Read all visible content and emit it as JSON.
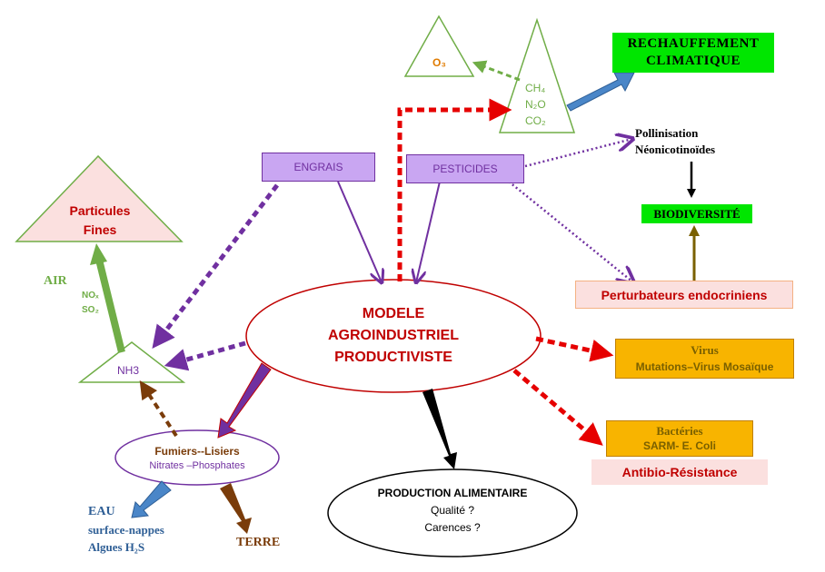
{
  "colors": {
    "red": "#e60000",
    "purple": "#7030a0",
    "lavender_fill": "#c9a6f2",
    "green_fill": "#00e600",
    "orange_box": "#f8b400",
    "pink_fill": "#fbe0df",
    "brown": "#7a3c0a",
    "olive": "#7a6000",
    "blue_arrow": "#4a86c8",
    "light_green": "#70ad47",
    "black": "#000000"
  },
  "nodes": {
    "center": {
      "line1": "MODELE",
      "line2": "AGROINDUSTRIEL",
      "line3": "PRODUCTIVISTE"
    },
    "engrais": "ENGRAIS",
    "pesticides": "PESTICIDES",
    "particules": {
      "line1": "Particules",
      "line2": "Fines"
    },
    "nh3": "NH3",
    "air": "AIR",
    "nox": "NOₓ",
    "so2": "SO₂",
    "o3": "O₃",
    "gases": {
      "ch4": "CH₄",
      "n2o": "N₂O",
      "co2": "CO₂"
    },
    "rechauffement": {
      "line1": "RECHAUFFEMENT",
      "line2": "CLIMATIQUE"
    },
    "pollinisation": {
      "line1": "Pollinisation",
      "line2": "Néonicotinoïdes"
    },
    "biodiversite": "BIODIVERSITÉ",
    "perturbateurs": "Perturbateurs endocriniens",
    "virus": {
      "line1": "Virus",
      "line2": "Mutations–Virus Mosaïque"
    },
    "bacteries": {
      "line1": "Bactéries",
      "line2": "SARM- E. Coli"
    },
    "antibio": "Antibio-Résistance",
    "fumiers": {
      "line1": "Fumiers--Lisiers",
      "line2": "Nitrates –Phosphates"
    },
    "eau": {
      "line1": "EAU",
      "line2": "surface-nappes",
      "line3": "Algues H₂S"
    },
    "terre": "TERRE",
    "production": {
      "line1": "PRODUCTION ALIMENTAIRE",
      "line2": "Qualité ?",
      "line3": "Carences ?"
    }
  }
}
